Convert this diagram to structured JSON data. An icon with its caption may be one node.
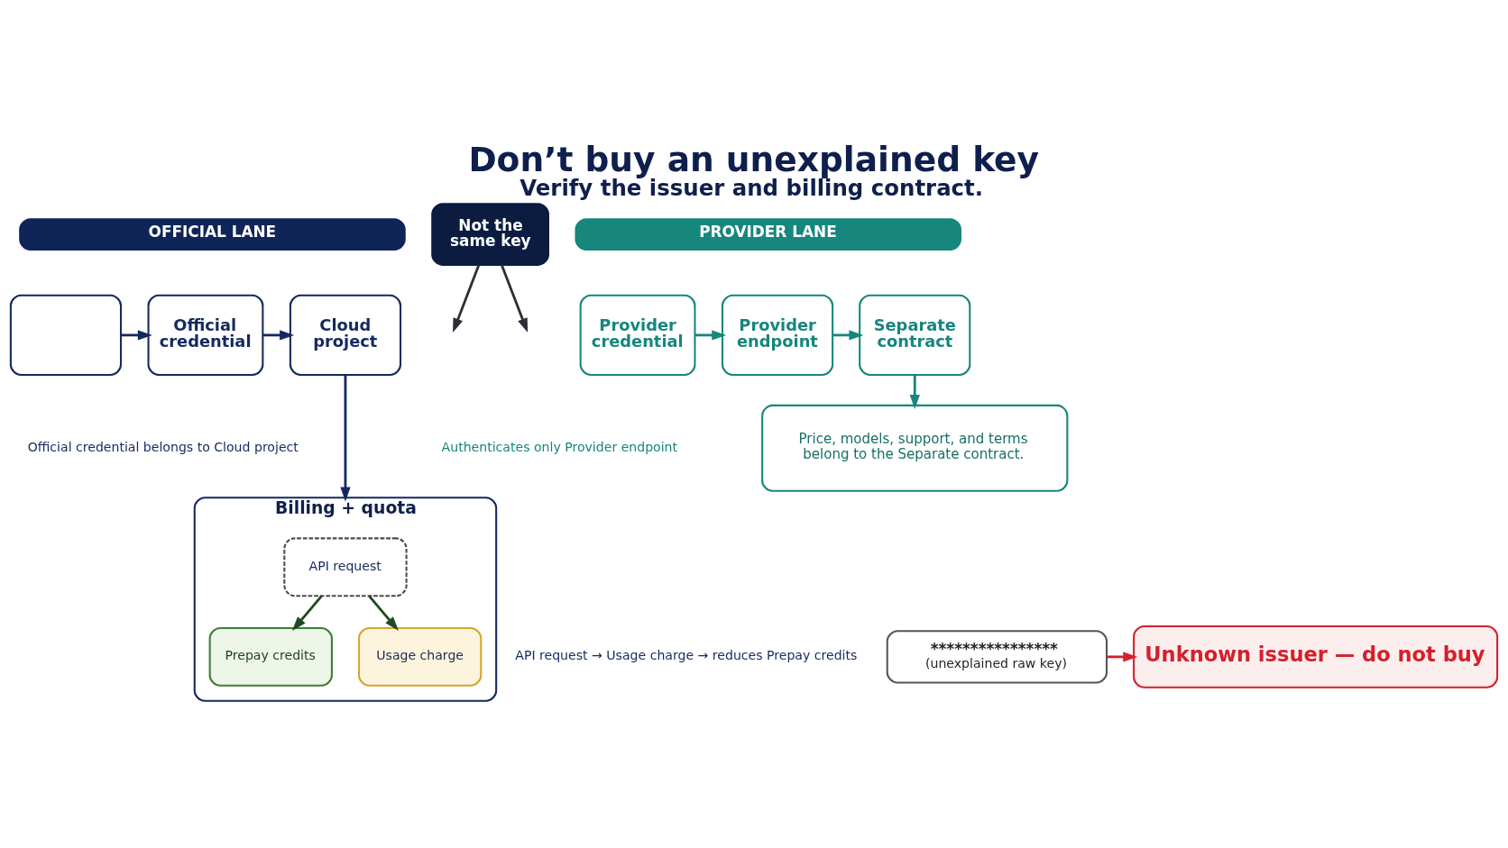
{
  "diagram": {
    "title": "Don’t buy an unexplained key",
    "caption": "Verify the issuer and billing contract.",
    "nodes": [
      {
        "text": [
          "OFFICIAL LANE"
        ]
      },
      {
        "text": [],
        "shape": "box"
      },
      {
        "text": [
          "Official credential"
        ]
      },
      {
        "text": [
          "Cloud project"
        ]
      },
      {
        "text": [
          "Billing + quota"
        ]
      },
      {
        "text": [
          "Prepay credits"
        ],
        "in": 4
      },
      {
        "text": [
          "API request"
        ],
        "in": 4
      },
      {
        "text": [
          "Usage charge"
        ],
        "in": 4
      },
      {
        "text": [
          "Not the same key"
        ]
      },
      {
        "text": [
          "PROVIDER LANE"
        ]
      },
      {
        "text": [
          "Provider credential"
        ]
      },
      {
        "text": [
          "Provider endpoint"
        ]
      },
      {
        "text": [
          "Separate contract"
        ]
      },
      {
        "text": [
          "Price, models, support, and terms belong to the Separate contract."
        ]
      },
      {
        "text": [
          "****************",
          "(unexplained raw key)"
        ]
      },
      {
        "text": [
          "Unknown issuer — do not buy"
        ]
      }
    ],
    "edges": [
      {
        "from": 1,
        "to": 2,
        "arrow": "to"
      },
      {
        "from": 2,
        "to": 3,
        "arrow": "to"
      },
      {
        "from": 3,
        "to": 4,
        "arrow": "to"
      },
      {
        "from": 6,
        "to": 5,
        "arrow": "to",
        "color": "#1f4a1f"
      },
      {
        "from": 6,
        "to": 7,
        "arrow": "to",
        "color": "#1f4a1f"
      },
      {
        "from": 8,
        "to": null,
        "arrow": "to",
        "color": "#2b2f36"
      },
      {
        "from": 8,
        "to": null,
        "arrow": "to",
        "color": "#2b2f36"
      },
      {
        "from": 10,
        "to": 11,
        "arrow": "to",
        "color": "#17867c"
      },
      {
        "from": 11,
        "to": 12,
        "arrow": "to",
        "color": "#17867c"
      },
      {
        "from": 12,
        "to": 13,
        "arrow": "to",
        "color": "#17867c"
      },
      {
        "from": 14,
        "to": 15,
        "arrow": "to",
        "color": "#d4202c"
      }
    ],
    "labels": [
      "Official credential belongs to Cloud project",
      "Authenticates only Provider endpoint",
      "API request → Usage charge → reduces Prepay credits"
    ]
  }
}
